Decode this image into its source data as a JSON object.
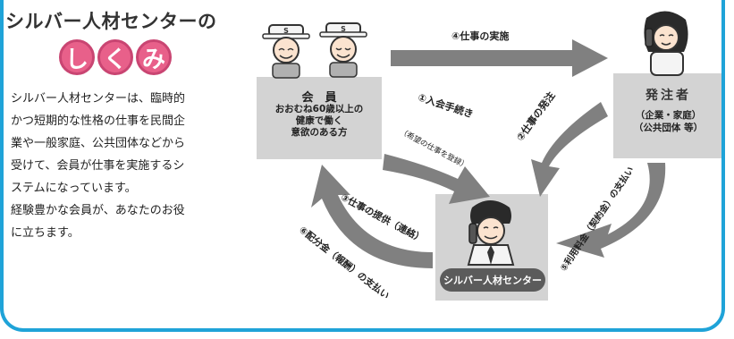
{
  "header": {
    "title": "シルバー人材センターの",
    "kana": [
      "し",
      "く",
      "み"
    ]
  },
  "description": [
    "シルバー人材センターは、臨時的",
    "かつ短期的な性格の仕事を民間企",
    "業や一般家庭、公共団体などから",
    "受けて、会員が仕事を実施するシ",
    "ステムになっています。",
    "経験豊かな会員が、あなたのお役",
    "に立ちます。"
  ],
  "nodes": {
    "member": {
      "title": "会　員",
      "subtitle": [
        "おおむね60歳以上の",
        "健康で働く",
        "意欲のある方"
      ]
    },
    "client": {
      "title": "発注者",
      "subtitle": [
        "（企業・家庭）",
        "（公共団体 等）"
      ]
    },
    "center": {
      "label": "シルバー人材センター"
    }
  },
  "arrows": {
    "a1": "①入会手続き",
    "a1_note": "（希望の仕事を登録）",
    "a2": "②仕事の発注",
    "a3": "③仕事の提供（連絡）",
    "a4": "④仕事の実施",
    "a5": "⑤利用料金（契約金）の支払い",
    "a6": "⑥配分金（報酬）の支払い"
  },
  "colors": {
    "frame": "#1fa3d8",
    "kana": "#e8608a",
    "arrow": "#808080",
    "box": "#d3d3d3"
  }
}
